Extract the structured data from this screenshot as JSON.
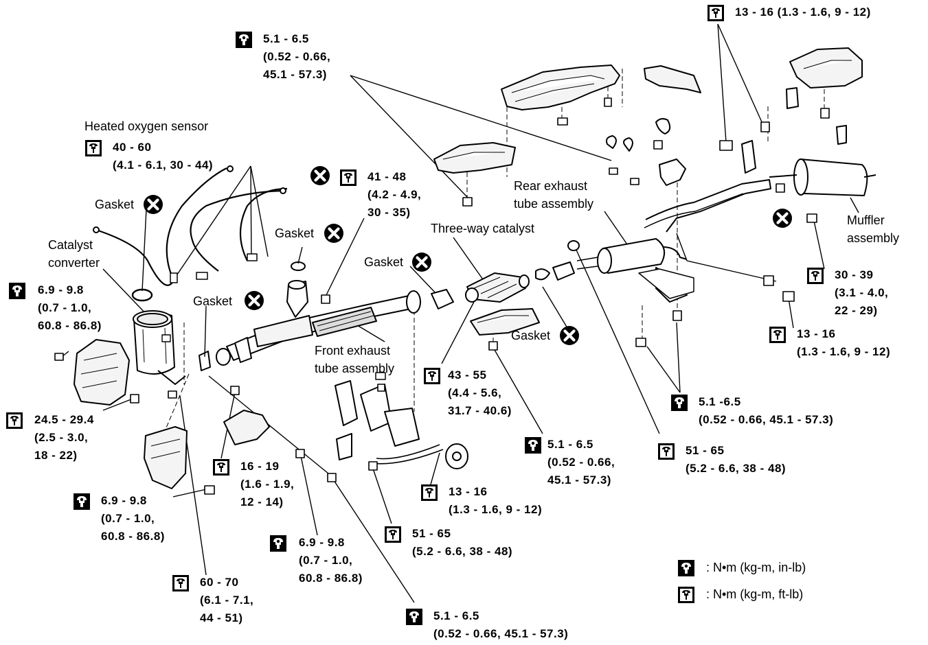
{
  "parts": {
    "heated_oxygen_sensor": "Heated oxygen sensor",
    "gasket": "Gasket",
    "catalyst_converter": [
      "Catalyst",
      "converter"
    ],
    "three_way_catalyst": "Three-way catalyst",
    "rear_exhaust_tube": [
      "Rear exhaust",
      "tube assembly"
    ],
    "front_exhaust_tube": [
      "Front exhaust",
      "tube assembly"
    ],
    "muffler": [
      "Muffler",
      "assembly"
    ]
  },
  "torques": {
    "t_top_center": [
      "5.1 - 6.5",
      "(0.52 - 0.66,",
      "45.1 - 57.3)"
    ],
    "t_top_right": [
      "13 - 16 (1.3 - 1.6, 9 - 12)"
    ],
    "t_o2": [
      "40 - 60",
      "(4.1 - 6.1, 30 - 44)"
    ],
    "t_41": [
      "41 - 48",
      "(4.2 - 4.9,",
      "30 - 35)"
    ],
    "t_cat_upper": [
      "6.9 - 9.8",
      "(0.7 - 1.0,",
      "60.8 - 86.8)"
    ],
    "t_24": [
      "24.5 - 29.4",
      "(2.5 - 3.0,",
      "18 - 22)"
    ],
    "t_16_19": [
      "16 - 19",
      "(1.6 - 1.9,",
      "12 - 14)"
    ],
    "t_cat_lower": [
      "6.9 - 9.8",
      "(0.7 - 1.0,",
      "60.8 - 86.8)"
    ],
    "t_60": [
      "60 - 70",
      "(6.1 - 7.1,",
      "44 - 51)"
    ],
    "t_mid_69": [
      "6.9 - 9.8",
      "(0.7 - 1.0,",
      "60.8 - 86.8)"
    ],
    "t_bottom": [
      "5.1 - 6.5",
      "(0.52 - 0.66, 45.1 - 57.3)"
    ],
    "t_43": [
      "43 - 55",
      "(4.4 - 5.6,",
      "31.7 - 40.6)"
    ],
    "t_mid_51": [
      "5.1 - 6.5",
      "(0.52 - 0.66,",
      "45.1 - 57.3)"
    ],
    "t_13_16_mid": [
      "13 - 16",
      "(1.3 - 1.6, 9 - 12)"
    ],
    "t_51_65_bottom": [
      "51 - 65",
      "(5.2 - 6.6, 38 - 48)"
    ],
    "t_51_65_right": [
      "51 - 65",
      "(5.2 - 6.6, 38 - 48)"
    ],
    "t_right_51": [
      "5.1 -6.5",
      "(0.52 - 0.66, 45.1 - 57.3)"
    ],
    "t_30_39": [
      "30 - 39",
      "(3.1 - 4.0,",
      "22 - 29)"
    ],
    "t_13_16_right": [
      "13 - 16",
      "(1.3 - 1.6, 9 - 12)"
    ]
  },
  "legend": {
    "inlb": ": N•m (kg-m, in-lb)",
    "ftlb": ": N•m (kg-m, ft-lb)"
  },
  "icon_names": {
    "torque_inlb": "torque-wrench-filled-icon",
    "torque_ftlb": "torque-wrench-outline-icon",
    "do_not_reuse": "x-circle-icon"
  }
}
